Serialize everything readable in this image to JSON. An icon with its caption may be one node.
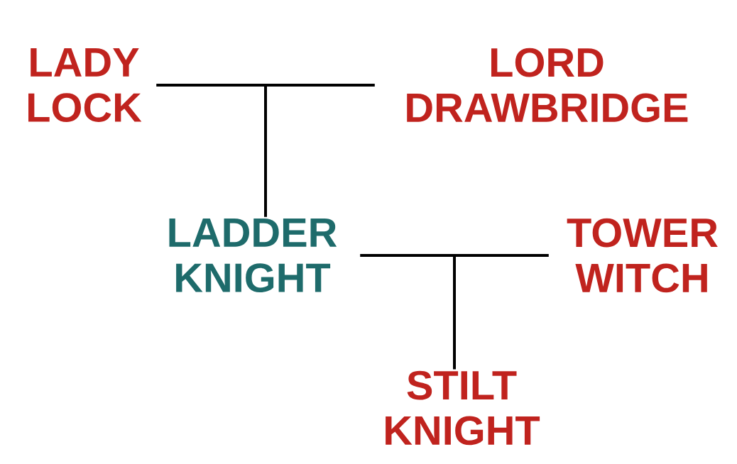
{
  "diagram": {
    "nodes": [
      {
        "text": [
          "LADY LOCK"
        ]
      },
      {
        "text": [
          "LORD DRAWBRIDGE"
        ]
      },
      {
        "text": [
          "LADDER KNIGHT"
        ]
      },
      {
        "text": [
          "TOWER WITCH"
        ]
      },
      {
        "text": [
          "STILT KNIGHT"
        ]
      }
    ],
    "edges": [
      {
        "from": 0,
        "to": 2,
        "arrow": "none"
      },
      {
        "from": 1,
        "to": 2,
        "arrow": "none"
      },
      {
        "from": 2,
        "to": 4,
        "arrow": "none"
      },
      {
        "from": 3,
        "to": 4,
        "arrow": "none"
      }
    ]
  }
}
